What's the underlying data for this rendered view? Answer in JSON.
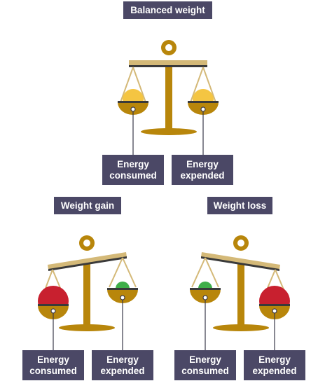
{
  "diagrams": [
    {
      "title": "Balanced weight",
      "left_label": "Energy consumed",
      "right_label": "Energy expended",
      "left_ball_color": "#f4c542",
      "right_ball_color": "#f4c542"
    },
    {
      "title": "Weight gain",
      "left_label": "Energy consumed",
      "right_label": "Energy expended",
      "left_ball_color": "#c8202f",
      "right_ball_color": "#3fae49"
    },
    {
      "title": "Weight loss",
      "left_label": "Energy consumed",
      "right_label": "Energy expended",
      "left_ball_color": "#3fae49",
      "right_ball_color": "#c8202f"
    }
  ],
  "colors": {
    "scale_gold": "#b8860b",
    "beam_tan": "#d4b978",
    "label_bg": "#4b4866",
    "label_text": "#ffffff",
    "connector_line": "#3a3a4a"
  },
  "icons": [
    "balance-scale-icon"
  ]
}
